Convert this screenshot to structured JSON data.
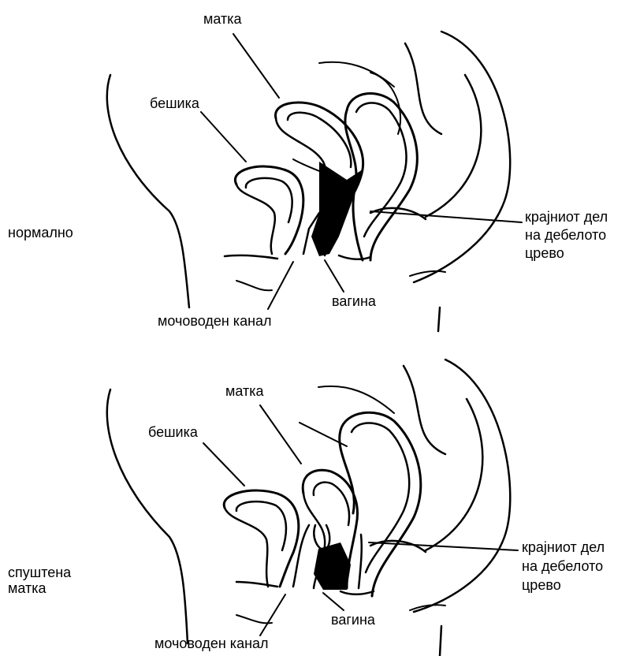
{
  "panels": [
    {
      "condition": "нормално",
      "labels": {
        "uterus": "матка",
        "bladder": "бешика",
        "rectum_line1": "крајниот дел",
        "rectum_line2": "на дебелото",
        "rectum_line3": "црево",
        "vagina": "вагина",
        "urethra": "мочоводен канал"
      }
    },
    {
      "condition_line1": "спуштена",
      "condition_line2": "матка",
      "labels": {
        "uterus": "матка",
        "bladder": "бешика",
        "rectum_line1": "крајниот дел",
        "rectum_line2": "на дебелото",
        "rectum_line3": "црево",
        "vagina": "вагина",
        "urethra": "мочоводен канал"
      }
    }
  ]
}
